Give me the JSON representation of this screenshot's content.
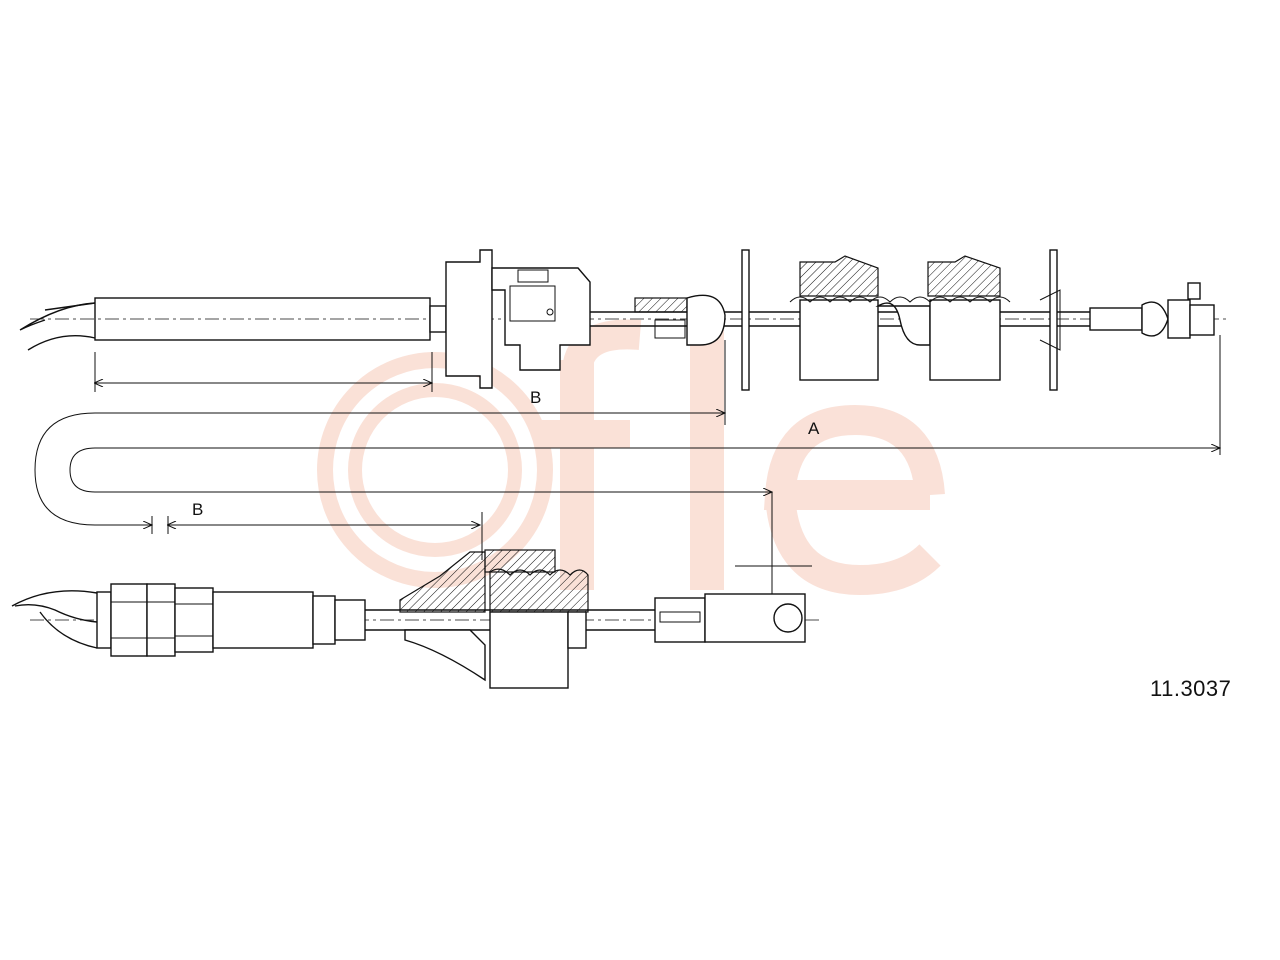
{
  "brand": {
    "watermark": "cofle",
    "watermark_color": "#f6c9b8"
  },
  "part_number": "11.3037",
  "dimensions": {
    "overall": "A",
    "section_top": "B",
    "section_bottom": "B"
  },
  "colors": {
    "line": "#111111",
    "background": "#ffffff"
  }
}
